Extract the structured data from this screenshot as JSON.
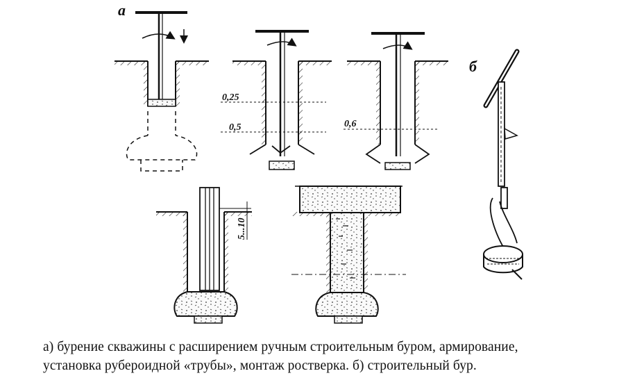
{
  "labels": {
    "a": "а",
    "b": "б"
  },
  "dimensions": {
    "d1": "0,25",
    "d2": "0,5",
    "d3": "0,6",
    "gap": "5...10"
  },
  "caption": {
    "line1": "а) бурение скважины с расширением ручным строительным буром, армирование,",
    "line2": "установка рубероидной «трубы», монтаж ростверка. б) строительный бур."
  }
}
